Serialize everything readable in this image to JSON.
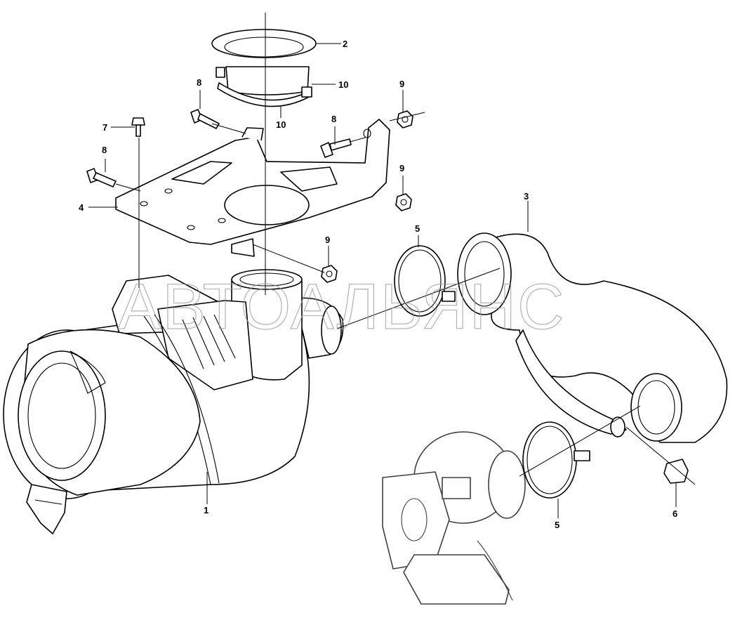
{
  "watermark": "АВТОАЛЬЯНС",
  "callouts": {
    "c1": "1",
    "c2": "2",
    "c3": "3",
    "c4": "4",
    "c5a": "5",
    "c5b": "5",
    "c6": "6",
    "c7": "7",
    "c8a": "8",
    "c8b": "8",
    "c8c": "8",
    "c9a": "9",
    "c9b": "9",
    "c9c": "9",
    "c10a": "10",
    "c10b": "10"
  }
}
